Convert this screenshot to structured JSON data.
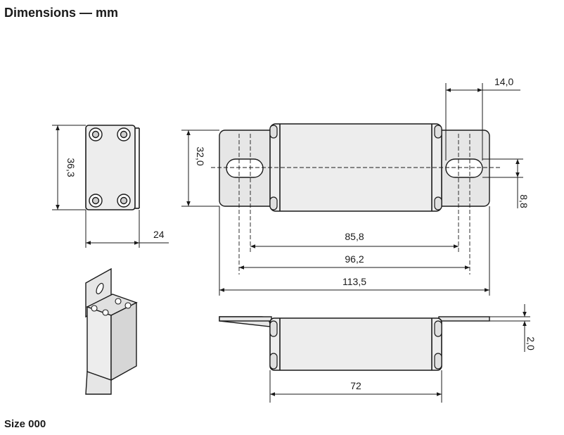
{
  "title": "Dimensions — mm",
  "caption": "Size 000",
  "dimensions": {
    "end_height": "36,3",
    "end_depth": "24",
    "slot_center_offset": "14,0",
    "tab_height": "32,0",
    "slot_width": "8,8",
    "inner_slot_span": "85,8",
    "outer_slot_span": "96,2",
    "overall_length": "113,5",
    "tab_thickness": "2,0",
    "body_length": "72"
  }
}
